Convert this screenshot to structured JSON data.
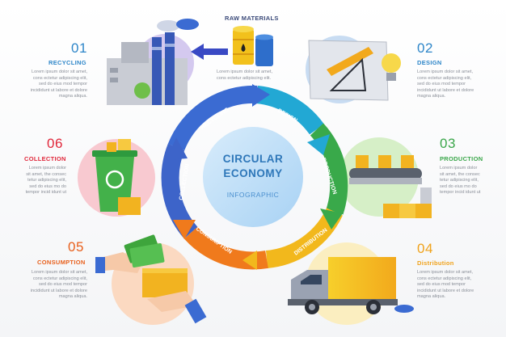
{
  "raw_materials": {
    "title": "RAW MATERIALS",
    "text": [
      "Lorem ipsum dolor sit amet,",
      "cons ectetur adipiscing elit."
    ]
  },
  "center": {
    "line1": "CIRCULAR",
    "line2": "ECONOMY",
    "sub": "INFOGRAPHIC"
  },
  "ring_labels": [
    "RECYCLING",
    "DESIGN",
    "PRODUCTION",
    "DISTRIBUTION",
    "CONSUMPTION",
    "COLLECTION"
  ],
  "steps": [
    {
      "num": "01",
      "title": "RECYCLING",
      "color": "#2e86c9",
      "text": [
        "Lorem ipsum dolor sit amet,",
        "cons ectetur adipiscing elit,",
        "sed do eius mod tempor",
        "incididunt ut labore et dolore",
        "magna aliqua."
      ]
    },
    {
      "num": "02",
      "title": "DESIGN",
      "color": "#2e86c9",
      "text": [
        "Lorem ipsum dolor sit amet,",
        "cons ectetur adipiscing elit,",
        "sed do eius mod tempor",
        "incididunt ut labore et dolore",
        "magna aliqua."
      ]
    },
    {
      "num": "03",
      "title": "PRODUCTION",
      "color": "#3aa64a",
      "text": [
        "Lorem ipsum dolor",
        "sit amet, the consec",
        "tetur adipiscing elit,",
        "sed do eius mo do",
        "tempor incid idunt ut"
      ]
    },
    {
      "num": "04",
      "title": "Distribution",
      "color": "#f0a21a",
      "text": [
        "Lorem ipsum dolor sit amet,",
        "cons ectetur adipiscing elit,",
        "sed do eius mod tempor",
        "incididunt ut labore et dolore",
        "magna aliqua."
      ]
    },
    {
      "num": "05",
      "title": "CONSUMPTION",
      "color": "#e8601c",
      "text": [
        "Lorem ipsum dolor sit amet,",
        "cons ectetur adipiscing elit,",
        "sed do eius mod tempor",
        "incididunt ut labore et dolore",
        "magna aliqua."
      ]
    },
    {
      "num": "06",
      "title": "COLLECTION",
      "color": "#e0263a",
      "text": [
        "Lorem ipsum dolor",
        "sit amet, the consec",
        "tetur adipiscing elit,",
        "sed do eius mo do",
        "tempor incid idunt ut"
      ]
    }
  ],
  "colors": {
    "blue": "#2e86c9",
    "teal": "#1fb3c9",
    "green": "#3aa64a",
    "yellow": "#f2c318",
    "orange": "#f08a1c",
    "red": "#e0263a",
    "purple": "#6a3fb5"
  }
}
